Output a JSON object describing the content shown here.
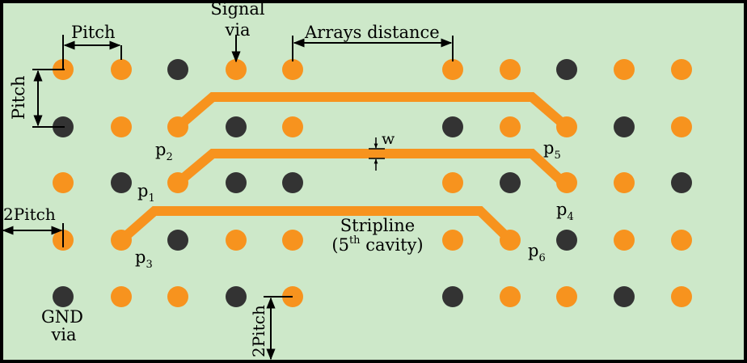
{
  "colors": {
    "background": "#cde8c9",
    "border": "#000000",
    "signal_via": "#f7931e",
    "gnd_via": "#333333",
    "trace": "#f7931e",
    "annotation": "#000000"
  },
  "via_grid": {
    "columns": [
      "c1",
      "c2",
      "c3",
      "c4",
      "c5",
      "c6",
      "c7",
      "c8",
      "c9",
      "c10"
    ],
    "rows": [
      [
        "S",
        "S",
        "G",
        "S",
        "S",
        "S",
        "S",
        "G",
        "S",
        "S"
      ],
      [
        "G",
        "S",
        "S",
        "G",
        "S",
        "G",
        "S",
        "S",
        "G",
        "S"
      ],
      [
        "S",
        "G",
        "S",
        "G",
        "G",
        "S",
        "G",
        "S",
        "S",
        "G"
      ],
      [
        "S",
        "S",
        "G",
        "S",
        "S",
        "S",
        "S",
        "G",
        "S",
        "S"
      ],
      [
        "G",
        "S",
        "S",
        "G",
        "S",
        "G",
        "S",
        "S",
        "G",
        "S"
      ]
    ],
    "legend": {
      "S": "signal via",
      "G": "GND via"
    }
  },
  "traces": [
    {
      "from": "p2",
      "to": "p5"
    },
    {
      "from": "p1",
      "to": "p4"
    },
    {
      "from": "p3",
      "to": "p6"
    }
  ],
  "labels": {
    "pitch_top": "Pitch",
    "pitch_left": "Pitch",
    "signal_via_line1": "Signal",
    "signal_via_line2": "via",
    "arrays_distance": "Arrays distance",
    "width": "w",
    "two_pitch_left": "2Pitch",
    "two_pitch_bottom": "2Pitch",
    "gnd_via_line1": "GND",
    "gnd_via_line2": "via",
    "stripline_line1": "Stripline",
    "stripline_open": "(5",
    "stripline_sup": "th",
    "stripline_close": " cavity)"
  },
  "ports": [
    {
      "base": "p",
      "sub": "2"
    },
    {
      "base": "p",
      "sub": "1"
    },
    {
      "base": "p",
      "sub": "3"
    },
    {
      "base": "p",
      "sub": "5"
    },
    {
      "base": "p",
      "sub": "4"
    },
    {
      "base": "p",
      "sub": "6"
    }
  ]
}
